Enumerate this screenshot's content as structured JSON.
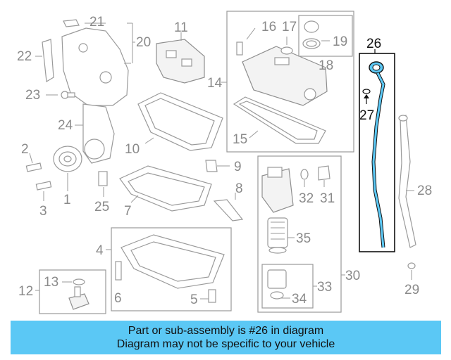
{
  "callouts": {
    "n1": "1",
    "n2": "2",
    "n3": "3",
    "n4": "4",
    "n5": "5",
    "n6": "6",
    "n7": "7",
    "n8": "8",
    "n9": "9",
    "n10": "10",
    "n11": "11",
    "n12": "12",
    "n13": "13",
    "n14": "14",
    "n15": "15",
    "n16": "16",
    "n17": "17",
    "n18": "18",
    "n19": "19",
    "n20": "20",
    "n21": "21",
    "n22": "22",
    "n23": "23",
    "n24": "24",
    "n25": "25",
    "n26": "26",
    "n27": "27",
    "n28": "28",
    "n29": "29",
    "n30": "30",
    "n31": "31",
    "n32": "32",
    "n33": "33",
    "n34": "34",
    "n35": "35"
  },
  "highlight_color": "#111111",
  "banner": {
    "line1": "Part or sub-assembly is #26 in diagram",
    "line2": "Diagram may not be specific to your vehicle",
    "background": "#5bc8f5"
  }
}
